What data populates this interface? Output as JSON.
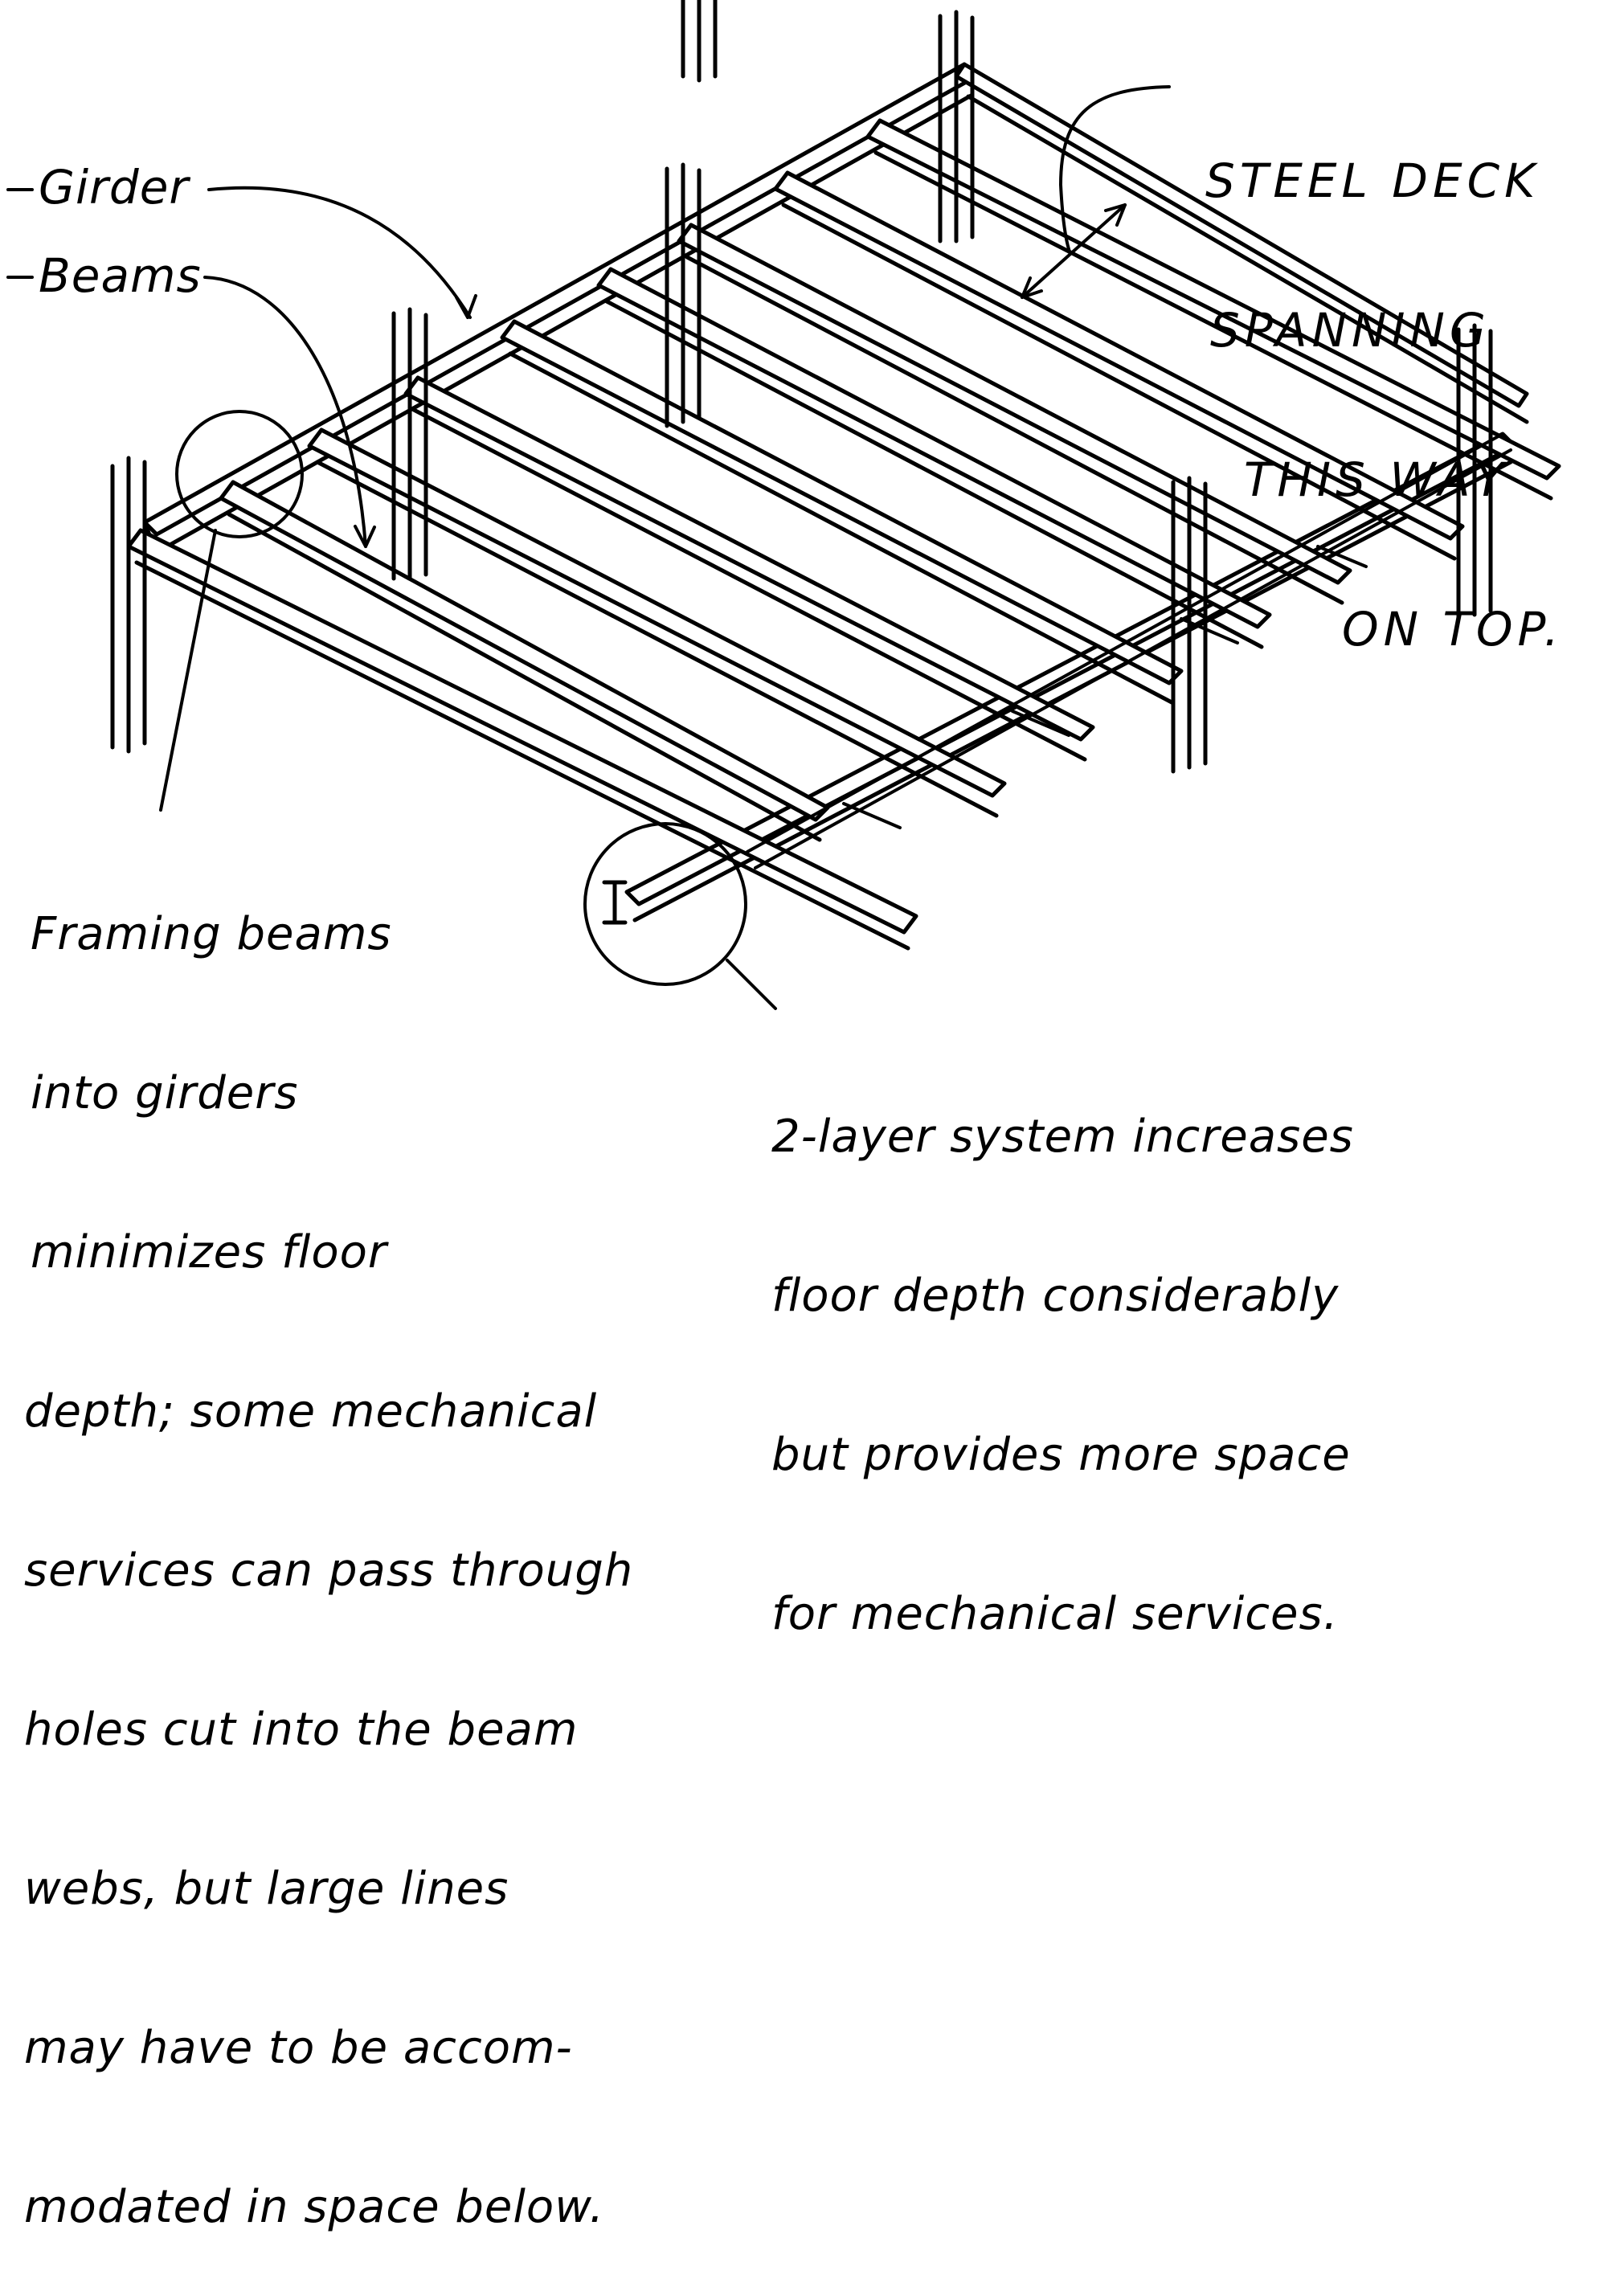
{
  "labels": {
    "girder": "Girder",
    "beams": "Beams",
    "steel_deck": [
      "STEEL DECK",
      "SPANNING",
      "THIS WAY",
      "ON TOP."
    ],
    "framing_note": [
      "Framing beams",
      "into girders",
      "minimizes floor",
      "depth; some mechanical",
      "services can pass through",
      "holes cut into the beam",
      "webs, but large lines",
      "may have to be accom-",
      "modated in space below."
    ],
    "two_layer_note": [
      "2-layer system increases",
      "floor depth considerably",
      "but provides more space",
      "for mechanical services."
    ]
  },
  "colors": {
    "ink": "#000000",
    "paper": "#ffffff"
  }
}
